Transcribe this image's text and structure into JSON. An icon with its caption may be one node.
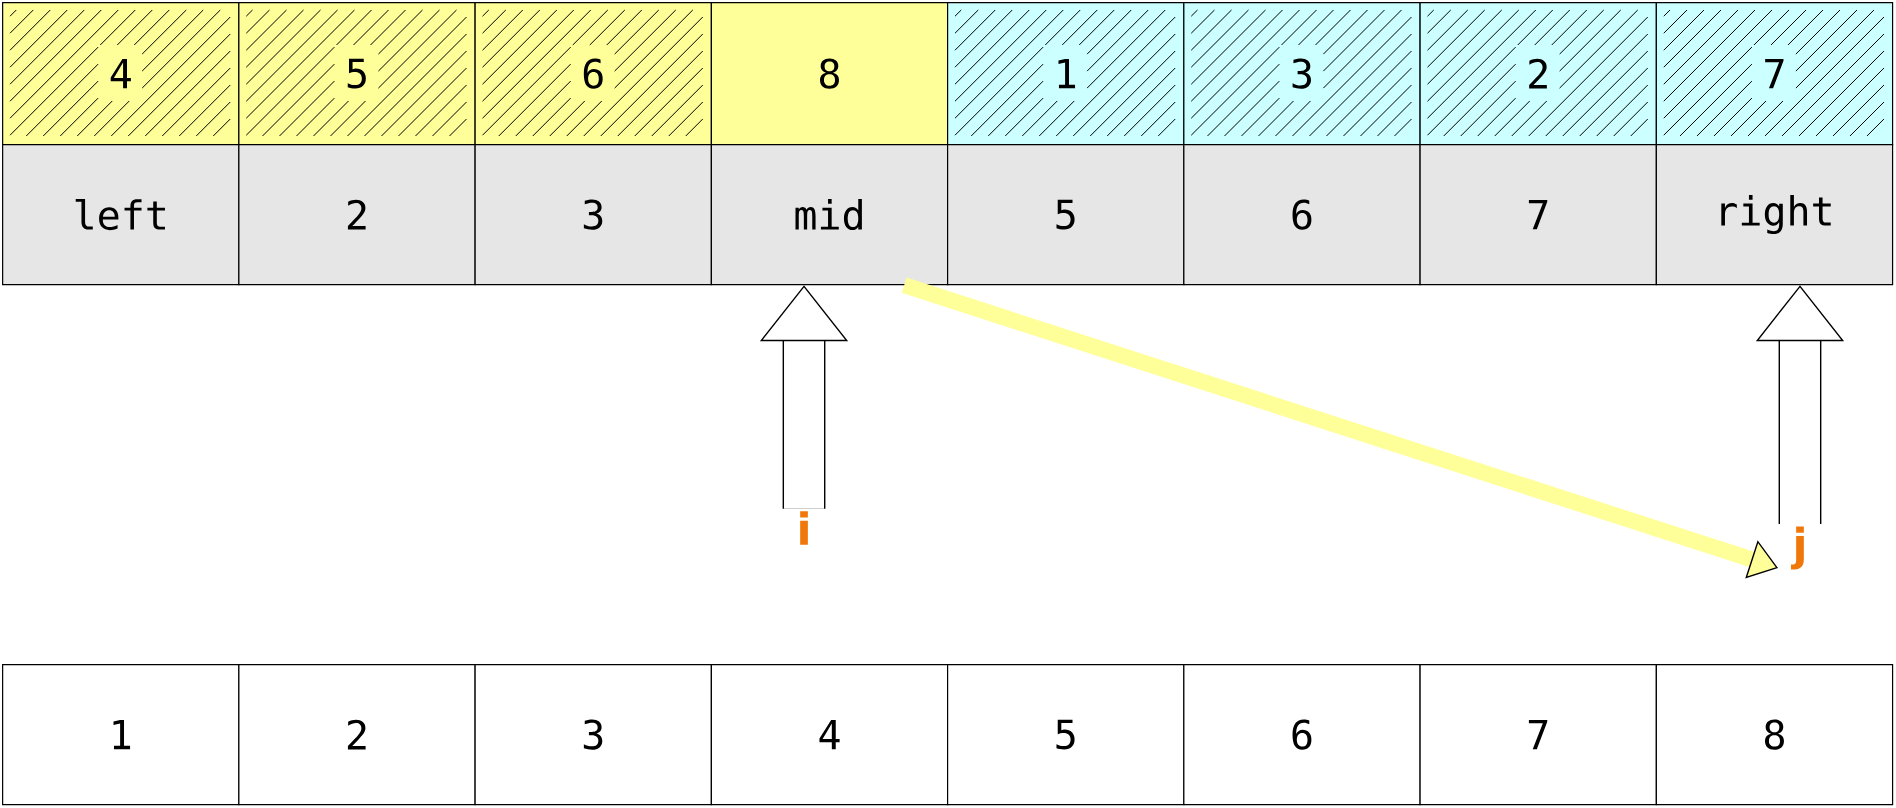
{
  "diagram": {
    "nodes": [
      {
        "text": [
          "4"
        ]
      },
      {
        "text": [
          "5"
        ]
      },
      {
        "text": [
          "6"
        ]
      },
      {
        "text": [
          "8"
        ]
      },
      {
        "text": [
          "1"
        ]
      },
      {
        "text": [
          "3"
        ]
      },
      {
        "text": [
          "2"
        ]
      },
      {
        "text": [
          "7"
        ]
      },
      {
        "text": [
          "left"
        ]
      },
      {
        "text": [
          "2"
        ]
      },
      {
        "text": [
          "3"
        ]
      },
      {
        "text": [
          "mid"
        ]
      },
      {
        "text": [
          "5"
        ]
      },
      {
        "text": [
          "6"
        ]
      },
      {
        "text": [
          "7"
        ]
      },
      {
        "text": [
          "right"
        ]
      },
      {
        "text": [
          "i"
        ]
      },
      {
        "text": [
          "j"
        ]
      },
      {
        "text": [
          "1"
        ]
      },
      {
        "text": [
          "2"
        ]
      },
      {
        "text": [
          "3"
        ]
      },
      {
        "text": [
          "4"
        ]
      },
      {
        "text": [
          "5"
        ]
      },
      {
        "text": [
          "6"
        ]
      },
      {
        "text": [
          "7"
        ]
      },
      {
        "text": [
          "8"
        ]
      }
    ],
    "edges": [
      {
        "from": 16,
        "to": 11,
        "arrow": "to"
      },
      {
        "from": 11,
        "to": 17,
        "arrow": "to",
        "color": "#ffff99"
      },
      {
        "from": 17,
        "to": 15,
        "arrow": "to"
      }
    ]
  }
}
